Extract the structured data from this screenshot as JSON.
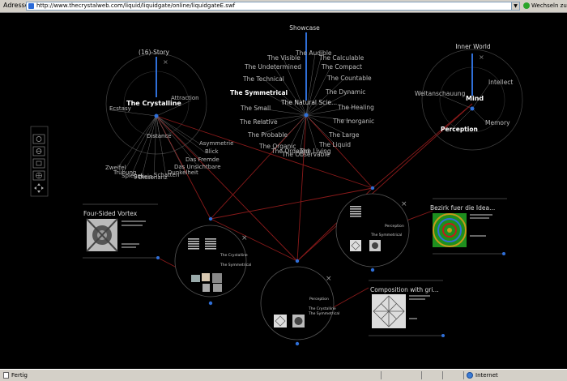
{
  "browser": {
    "address_label": "Adresse",
    "url": "http://www.thecrystalweb.com/liquid/liquidgate/online/liquidgateE.swf",
    "go_label": "Wechseln zu",
    "status_text": "Fertig",
    "zone_label": "Internet"
  },
  "left_cluster": {
    "title": "(16)-Story",
    "center": "The Crystalline",
    "items": [
      "Attraction",
      "Ecstasy",
      "Distance",
      "Asymmetrie",
      "Blick",
      "Das Fremde",
      "Das Unsichtbare",
      "Dunkelheit",
      "Zweifel",
      "Trübung",
      "Schein",
      "Dissonanz",
      "Spiegel",
      "Schatten"
    ]
  },
  "center_cluster": {
    "title": "Showcase",
    "center": "The Natural Scie...",
    "selected": "The Symmetrical",
    "items": [
      "The Audible",
      "The Visible",
      "The Calculable",
      "The Undetermined",
      "The Compact",
      "The Technical",
      "The Countable",
      "The Dynamic",
      "The Small",
      "The Healing",
      "The Relative",
      "The Inorganic",
      "The Probable",
      "The Large",
      "The Organic",
      "The Liquid",
      "The Ordered",
      "The Living",
      "The Observable"
    ]
  },
  "right_cluster": {
    "title": "Inner World",
    "center": "Mind",
    "items": [
      "Intellect",
      "Weltanschauung",
      "Memory",
      "Perception"
    ]
  },
  "tools": [
    "target-tool",
    "layers-tool",
    "box-tool",
    "globe-tool",
    "move-tool"
  ],
  "cards": {
    "vortex": {
      "title": "Four-Sided Vortex"
    },
    "bezirk": {
      "title": "Bezirk fuer die Idea..."
    },
    "composition": {
      "title": "Composition with gri..."
    }
  },
  "nodes": {
    "left": {
      "labels": [
        "The Crystalline",
        "The Symmetrical"
      ]
    },
    "right": {
      "labels": [
        "Perception",
        "The Symmetrical"
      ]
    },
    "bottom": {
      "labels": [
        "Perception",
        "The Crystalline",
        "The Symmetrical"
      ]
    }
  },
  "colors": {
    "background": "#000000",
    "link_red": "#8a1a1a",
    "accent_blue": "#2f6fd8",
    "chrome_gray": "#d4d0c8"
  }
}
